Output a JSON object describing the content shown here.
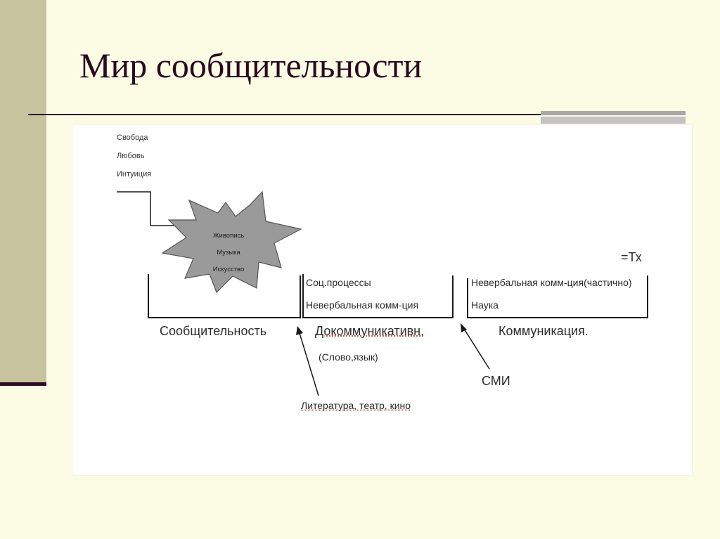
{
  "slide": {
    "title": "Мир сообщительности"
  },
  "diagram": {
    "top_left_list": [
      "Свобода",
      "Любовь",
      "Интуиция"
    ],
    "star_items": [
      "Живопись",
      "Музыка",
      "Искусство"
    ],
    "eq_tx": "=Тх",
    "groups": [
      {
        "label": "Сообщительность",
        "items": []
      },
      {
        "label": "Докоммуникативн.",
        "items": [
          "Соц.процессы",
          "Невербальная комм-ция"
        ],
        "note": "(Слово,язык)"
      },
      {
        "label": "Коммуникация.",
        "items": [
          "Невербальная комм-ция(частично)",
          "Наука"
        ]
      }
    ],
    "bottom_labels": {
      "media": "СМИ",
      "arts": "Литература, театр, кино"
    }
  }
}
